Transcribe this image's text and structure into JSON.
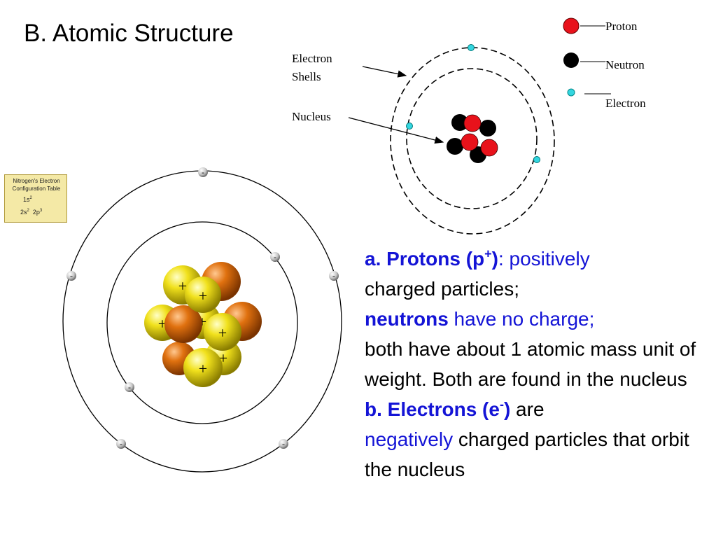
{
  "title": "B. Atomic Structure",
  "top_diagram": {
    "legend": {
      "proton": "Proton",
      "neutron": "Neutron",
      "electron": "Electron"
    },
    "labels": {
      "electron_shells_line1": "Electron",
      "electron_shells_line2": "Shells",
      "nucleus": "Nucleus"
    },
    "colors": {
      "proton": "#e8121b",
      "neutron": "#000000",
      "electron": "#33d6e0"
    }
  },
  "config_table": {
    "title_line1": "Nitrogen's Electron",
    "title_line2": "Configuration Table",
    "row1_orbital": "1s",
    "row1_exp": "2",
    "row2_orbital_a": "2s",
    "row2_exp_a": "2",
    "row2_orbital_b": "2p",
    "row2_exp_b": "3"
  },
  "bohr_model": {
    "electron_symbol": "-",
    "proton_symbol": "+",
    "colors": {
      "proton": "#f1e11c",
      "neutron": "#e0710f"
    }
  },
  "description": {
    "protons_heading": "a. Protons (p",
    "protons_sup": "+",
    "protons_close": ")",
    "protons_colon": ":",
    "positively": " positively",
    "charged_particles": "charged particles;",
    "neutrons": "neutrons",
    "no_charge": " have no charge;",
    "both_line": "both have about 1 atomic mass unit of weight. Both are found in the nucleus",
    "electrons_heading": "b. Electrons (e",
    "electrons_sup": "-",
    "electrons_close": ")",
    "are": " are",
    "negatively": "negatively",
    "negatively_rest": " charged particles that orbit the nucleus"
  }
}
